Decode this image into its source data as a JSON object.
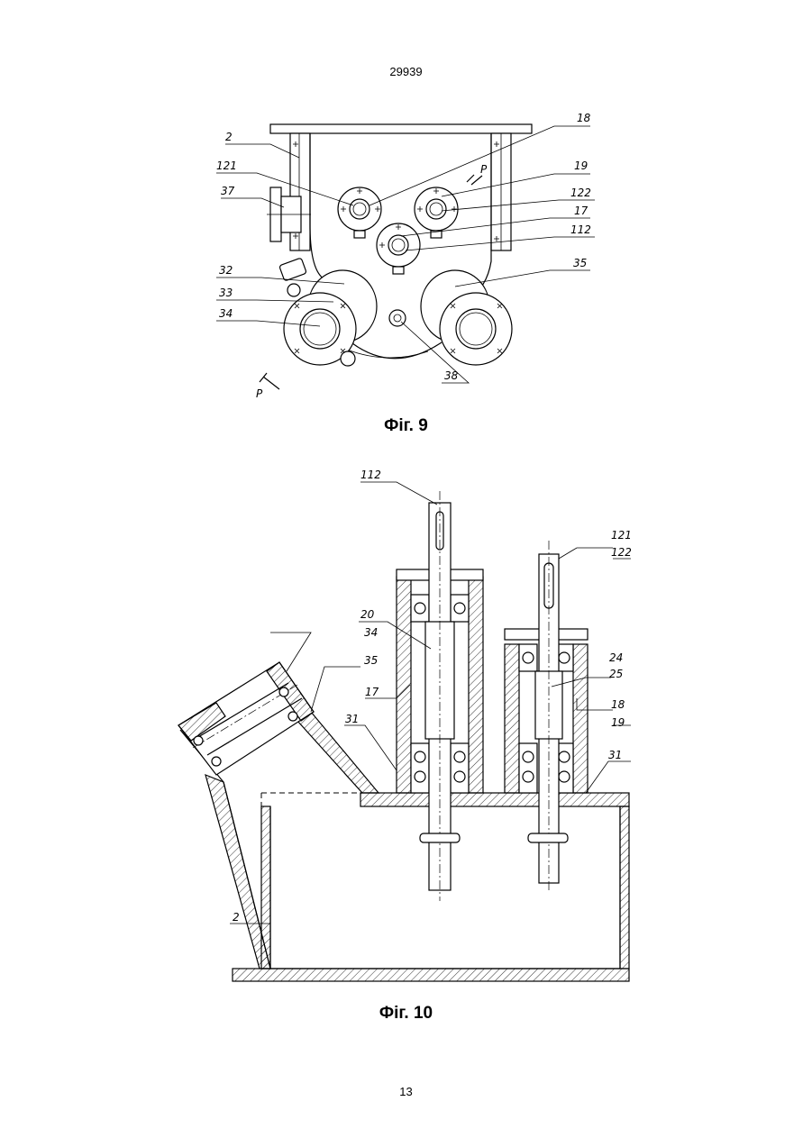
{
  "header": {
    "doc_number": "29939"
  },
  "figure9": {
    "caption": "Фіг. 9",
    "labels": {
      "l2": "2",
      "l121": "121",
      "l37": "37",
      "l32": "32",
      "l33": "33",
      "l34": "34",
      "l18": "18",
      "l19": "19",
      "l122": "122",
      "l17": "17",
      "l112": "112",
      "l35": "35",
      "l38": "38",
      "pTop": "P",
      "pBottom": "P"
    }
  },
  "figure10": {
    "caption": "Фіг. 10",
    "labels": {
      "l112": "112",
      "l121": "121",
      "l122": "122",
      "l20": "20",
      "l34": "34",
      "l35": "35",
      "l17": "17",
      "l24": "24",
      "l25": "25",
      "l18": "18",
      "l19": "19",
      "l31a": "31",
      "l31b": "31",
      "l2": "2"
    }
  },
  "footer": {
    "page_number": "13"
  }
}
